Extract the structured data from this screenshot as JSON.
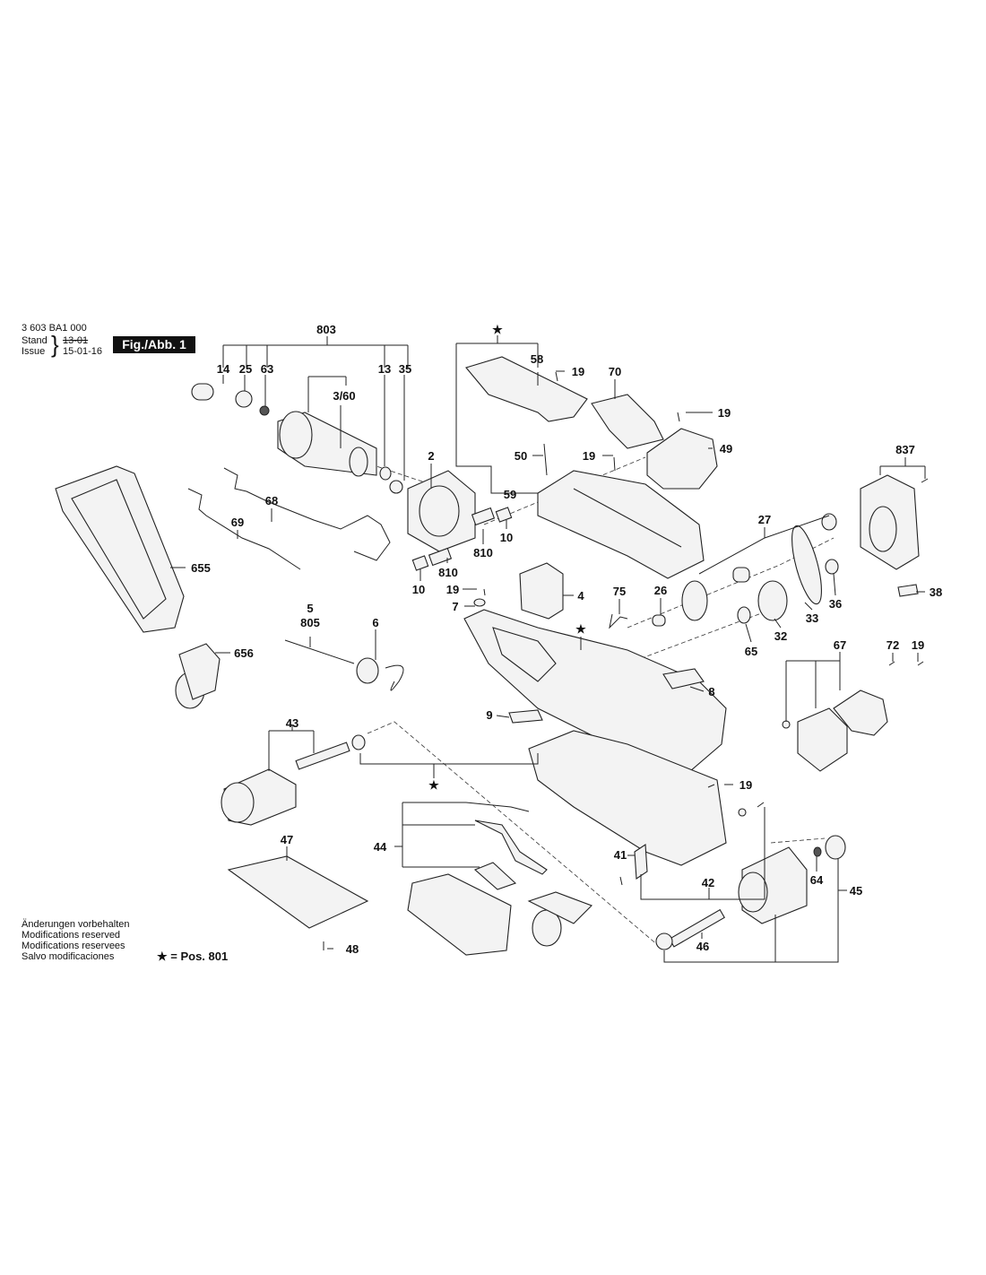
{
  "header": {
    "doc_number": "3 603 BA1 000",
    "stand_label": "Stand",
    "stand_old": "13-01",
    "issue_label": "Issue",
    "issue_date": "15-01-16",
    "figure": "Fig./Abb. 1"
  },
  "callouts": {
    "c803": "803",
    "c14": "14",
    "c25": "25",
    "c63": "63",
    "c13": "13",
    "c35": "35",
    "c360": "3/60",
    "cstar_top": "★",
    "c58": "58",
    "c19a": "19",
    "c70": "70",
    "c19b": "19",
    "c49": "49",
    "c50": "50",
    "c19c": "19",
    "c59": "59",
    "c837": "837",
    "c2": "2",
    "c68": "68",
    "c69": "69",
    "c655": "655",
    "c810a": "810",
    "c10a": "10",
    "c10b": "10",
    "c810b": "810",
    "c27": "27",
    "c38": "38",
    "c19d": "19",
    "c4": "4",
    "c7": "7",
    "c75": "75",
    "c26": "26",
    "c36": "36",
    "c33": "33",
    "c32": "32",
    "c65": "65",
    "cstar_mid": "★",
    "c5": "5",
    "c805": "805",
    "c6": "6",
    "c656": "656",
    "c67": "67",
    "c72": "72",
    "c19e": "19",
    "c8": "8",
    "c9": "9",
    "c43": "43",
    "cstar_bot": "★",
    "c19f": "19",
    "c47": "47",
    "c44": "44",
    "c41": "41",
    "c42": "42",
    "c64": "64",
    "c45": "45",
    "c46": "46",
    "c48": "48"
  },
  "footer": {
    "line1": "Änderungen vorbehalten",
    "line2": "Modifications reserved",
    "line3": "Modifications reservees",
    "line4": "Salvo modificaciones",
    "pos_note": "★ = Pos. 801"
  }
}
